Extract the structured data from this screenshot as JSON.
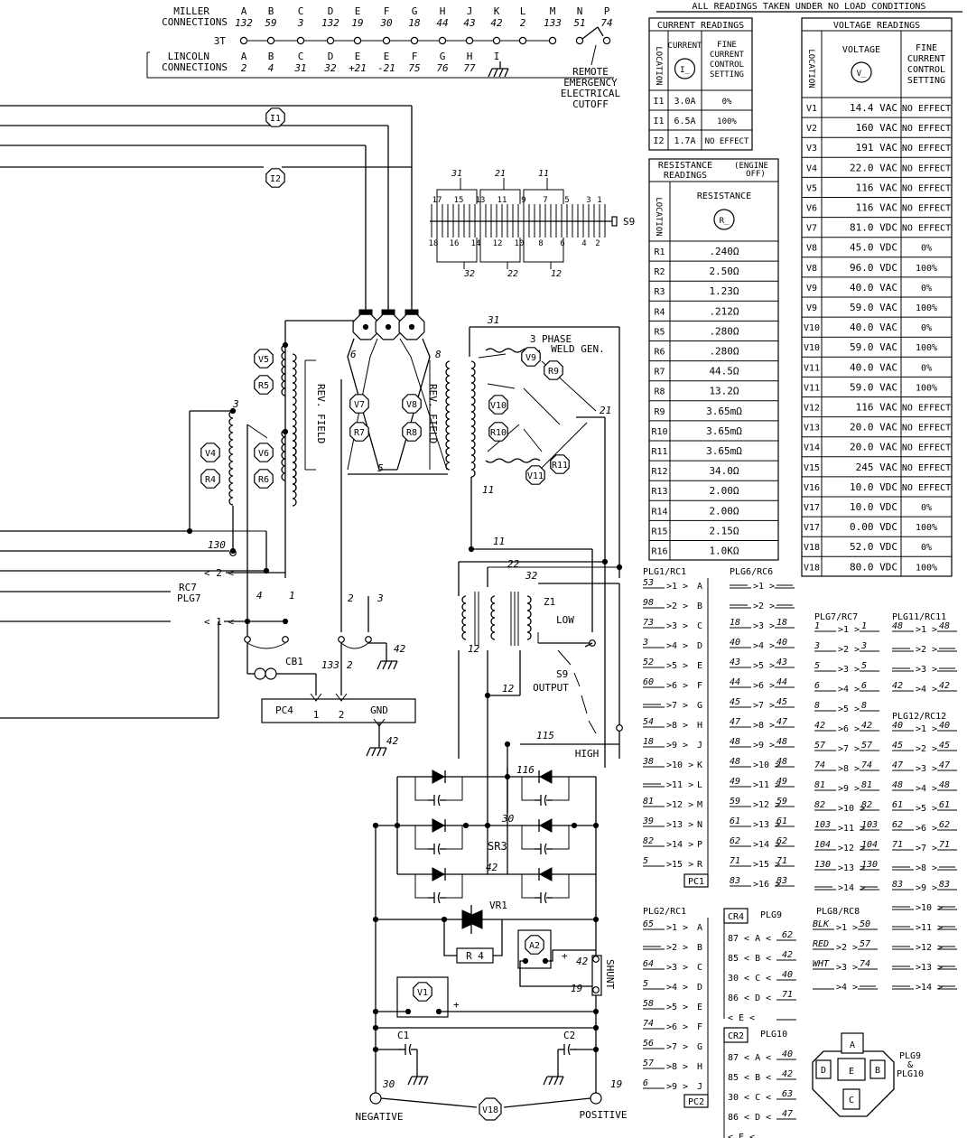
{
  "header": {
    "note": "ALL READINGS TAKEN UNDER NO LOAD CONDITIONS",
    "miller_label": [
      "MILLER",
      "CONNECTIONS"
    ],
    "lincoln_label": [
      "LINCOLN",
      "CONNECTIONS"
    ],
    "row_3t": "3T",
    "letters": [
      "A",
      "B",
      "C",
      "D",
      "E",
      "F",
      "G",
      "H",
      "J",
      "K",
      "L",
      "M",
      "N",
      "P"
    ],
    "miller_values": [
      "132",
      "59",
      "3",
      "132",
      "19",
      "30",
      "18",
      "44",
      "43",
      "42",
      "2",
      "133",
      "51",
      "74"
    ],
    "lincoln_letters": [
      "A",
      "B",
      "C",
      "D",
      "E",
      "E",
      "F",
      "G",
      "H",
      "I"
    ],
    "lincoln_values": [
      "2",
      "4",
      "31",
      "32",
      "+21",
      "-21",
      "75",
      "76",
      "77",
      ""
    ],
    "remote": [
      "REMOTE",
      "EMERGENCY",
      "ELECTRICAL",
      "CUTOFF"
    ]
  },
  "current_table": {
    "title": "CURRENT READINGS",
    "col_location": "LOCATION",
    "col_current": "CURRENT",
    "col_setting": [
      "FINE",
      "CURRENT",
      "CONTROL",
      "SETTING"
    ],
    "symbol": "I_",
    "rows": [
      {
        "loc": "I1",
        "val": "3.0A",
        "set": "0%"
      },
      {
        "loc": "I1",
        "val": "6.5A",
        "set": "100%"
      },
      {
        "loc": "I2",
        "val": "1.7A",
        "set": "NO EFFECT"
      }
    ]
  },
  "resistance_table": {
    "title": [
      "RESISTANCE",
      "READINGS"
    ],
    "engine": [
      "(ENGINE",
      "OFF)"
    ],
    "col_location": "LOCATION",
    "col_resistance": "RESISTANCE",
    "symbol": "R_",
    "rows": [
      {
        "loc": "R1",
        "val": ".240Ω"
      },
      {
        "loc": "R2",
        "val": "2.50Ω"
      },
      {
        "loc": "R3",
        "val": "1.23Ω"
      },
      {
        "loc": "R4",
        "val": ".212Ω"
      },
      {
        "loc": "R5",
        "val": ".280Ω"
      },
      {
        "loc": "R6",
        "val": ".280Ω"
      },
      {
        "loc": "R7",
        "val": "44.5Ω"
      },
      {
        "loc": "R8",
        "val": "13.2Ω"
      },
      {
        "loc": "R9",
        "val": "3.65mΩ"
      },
      {
        "loc": "R10",
        "val": "3.65mΩ"
      },
      {
        "loc": "R11",
        "val": "3.65mΩ"
      },
      {
        "loc": "R12",
        "val": "34.0Ω"
      },
      {
        "loc": "R13",
        "val": "2.00Ω"
      },
      {
        "loc": "R14",
        "val": "2.00Ω"
      },
      {
        "loc": "R15",
        "val": "2.15Ω"
      },
      {
        "loc": "R16",
        "val": "1.0KΩ"
      }
    ]
  },
  "voltage_table": {
    "title": "VOLTAGE READINGS",
    "col_location": "LOCATION",
    "col_voltage": "VOLTAGE",
    "col_setting": [
      "FINE",
      "CURRENT",
      "CONTROL",
      "SETTING"
    ],
    "symbol": "V_",
    "rows": [
      {
        "loc": "V1",
        "val": "14.4 VAC",
        "set": "NO EFFECT"
      },
      {
        "loc": "V2",
        "val": "160 VAC",
        "set": "NO EFFECT"
      },
      {
        "loc": "V3",
        "val": "191 VAC",
        "set": "NO EFFECT"
      },
      {
        "loc": "V4",
        "val": "22.0 VAC",
        "set": "NO EFFECT"
      },
      {
        "loc": "V5",
        "val": "116 VAC",
        "set": "NO EFFECT"
      },
      {
        "loc": "V6",
        "val": "116 VAC",
        "set": "NO EFFECT"
      },
      {
        "loc": "V7",
        "val": "81.0 VDC",
        "set": "NO EFFECT"
      },
      {
        "loc": "V8",
        "val": "45.0 VDC",
        "set": "0%"
      },
      {
        "loc": "V8",
        "val": "96.0 VDC",
        "set": "100%"
      },
      {
        "loc": "V9",
        "val": "40.0 VAC",
        "set": "0%"
      },
      {
        "loc": "V9",
        "val": "59.0 VAC",
        "set": "100%"
      },
      {
        "loc": "V10",
        "val": "40.0 VAC",
        "set": "0%"
      },
      {
        "loc": "V10",
        "val": "59.0 VAC",
        "set": "100%"
      },
      {
        "loc": "V11",
        "val": "40.0 VAC",
        "set": "0%"
      },
      {
        "loc": "V11",
        "val": "59.0 VAC",
        "set": "100%"
      },
      {
        "loc": "V12",
        "val": "116 VAC",
        "set": "NO EFFECT"
      },
      {
        "loc": "V13",
        "val": "20.0 VAC",
        "set": "NO EFFECT"
      },
      {
        "loc": "V14",
        "val": "20.0 VAC",
        "set": "NO EFFECT"
      },
      {
        "loc": "V15",
        "val": "245 VAC",
        "set": "NO EFFECT"
      },
      {
        "loc": "V16",
        "val": "10.0 VDC",
        "set": "NO EFFECT"
      },
      {
        "loc": "V17",
        "val": "10.0 VDC",
        "set": "0%"
      },
      {
        "loc": "V17",
        "val": "0.00 VDC",
        "set": "100%"
      },
      {
        "loc": "V18",
        "val": "52.0 VDC",
        "set": "0%"
      },
      {
        "loc": "V18",
        "val": "80.0 VDC",
        "set": "100%"
      }
    ]
  },
  "switch_s9": {
    "label": "S9",
    "top_groups": [
      "31",
      "21",
      "11"
    ],
    "top_pins": [
      "17",
      "15",
      "13",
      "11",
      "9",
      "7",
      "5",
      "3",
      "1"
    ],
    "bottom_pins": [
      "18",
      "16",
      "14",
      "12",
      "10",
      "8",
      "6",
      "4",
      "2"
    ],
    "bottom_groups": [
      "32",
      "22",
      "12"
    ]
  },
  "schematic": {
    "meters": [
      "I1",
      "I2",
      "V5",
      "R5",
      "V4",
      "R4",
      "V6",
      "R6",
      "V7",
      "R7",
      "V8",
      "R8",
      "V9",
      "R9",
      "V10",
      "R10",
      "V11",
      "R11",
      "A2",
      "V1",
      "V18"
    ],
    "rev_field": "REV. FIELD",
    "gen_label": [
      "3 PHASE",
      "WELD GEN."
    ],
    "wires": [
      "3",
      "6",
      "8",
      "5",
      "31",
      "21",
      "11",
      "130",
      "4",
      "1",
      "2",
      "3",
      "42",
      "133",
      "2",
      "22",
      "32",
      "12",
      "12",
      "21",
      "31",
      "22",
      "32",
      "12",
      "115",
      "116",
      "30",
      "42",
      "42",
      "19"
    ],
    "cb1": "CB1",
    "pc4": "PC4",
    "pc4_pins": [
      "1",
      "2",
      "GND"
    ],
    "rc7": [
      "RC7",
      "PLG7"
    ],
    "rc7_pins": [
      "2",
      "1"
    ],
    "z1": "Z1",
    "low": "LOW",
    "s9_output": [
      "S9",
      "OUTPUT"
    ],
    "high": "HIGH",
    "sr3": "SR3",
    "vr1": "VR1",
    "r4": "R 4",
    "shunt": "SHUNT",
    "c1": "C1",
    "c2": "C2",
    "negative": "NEGATIVE",
    "positive": "POSITIVE",
    "plus": "+"
  },
  "plugs": {
    "plg1": {
      "title": "PLG1/RC1",
      "tag": "PC1",
      "wires": [
        "53",
        "98",
        "73",
        "3",
        "52",
        "60",
        "—",
        "54",
        "18",
        "38",
        "—",
        "81",
        "39",
        "82",
        "5"
      ],
      "pins": [
        "1",
        "2",
        "3",
        "4",
        "5",
        "6",
        "7",
        "8",
        "9",
        "10",
        "11",
        "12",
        "13",
        "14",
        "15"
      ],
      "letters": [
        "A",
        "B",
        "C",
        "D",
        "E",
        "F",
        "G",
        "H",
        "J",
        "K",
        "L",
        "M",
        "N",
        "P",
        "R"
      ]
    },
    "plg6": {
      "title": "PLG6/RC6",
      "left": [
        "·",
        "·",
        "18",
        "40",
        "43",
        "44",
        "45",
        "47",
        "48",
        "48",
        "49",
        "59",
        "61",
        "62",
        "71",
        "83"
      ],
      "right": [
        "·",
        "·",
        "18",
        "40",
        "43",
        "44",
        "45",
        "47",
        "48",
        "48",
        "49",
        "59",
        "61",
        "62",
        "71",
        "83"
      ],
      "pins": [
        "1",
        "2",
        "3",
        "4",
        "5",
        "6",
        "7",
        "8",
        "9",
        "10",
        "11",
        "12",
        "13",
        "14",
        "15",
        "16"
      ]
    },
    "plg7": {
      "title": "PLG7/RC7",
      "left": [
        "1",
        "3",
        "5",
        "6",
        "8",
        "42",
        "57",
        "74",
        "81",
        "82",
        "103",
        "104",
        "130",
        "·"
      ],
      "right": [
        "1",
        "3",
        "5",
        "6",
        "8",
        "42",
        "57",
        "74",
        "81",
        "82",
        "103",
        "104",
        "130",
        "·"
      ],
      "pins": [
        "1",
        "2",
        "3",
        "4",
        "5",
        "6",
        "7",
        "8",
        "9",
        "10",
        "11",
        "12",
        "13",
        "14"
      ]
    },
    "plg11": {
      "title": "PLG11/RC11",
      "left": [
        "48",
        "·",
        "·",
        "42"
      ],
      "right": [
        "48",
        "·",
        "·",
        "42"
      ],
      "pins": [
        "1",
        "2",
        "3",
        "4"
      ]
    },
    "plg12": {
      "title": "PLG12/RC12",
      "left": [
        "40",
        "45",
        "47",
        "48",
        "61",
        "62",
        "71",
        "·",
        "83",
        "·",
        "·",
        "·",
        "·",
        "·"
      ],
      "right": [
        "40",
        "45",
        "47",
        "48",
        "61",
        "62",
        "71",
        "·",
        "83",
        "·",
        "·",
        "·",
        "·",
        "·"
      ],
      "pins": [
        "1",
        "2",
        "3",
        "4",
        "5",
        "6",
        "7",
        "8",
        "9",
        "10",
        "11",
        "12",
        "13",
        "14"
      ]
    },
    "plg2": {
      "title": "PLG2/RC1",
      "tag": "PC2",
      "wires": [
        "65",
        "·",
        "64",
        "5",
        "58",
        "74",
        "56",
        "57",
        "6"
      ],
      "pins": [
        "1",
        "2",
        "3",
        "4",
        "5",
        "6",
        "7",
        "8",
        "9"
      ],
      "letters": [
        "A",
        "B",
        "C",
        "D",
        "E",
        "F",
        "G",
        "H",
        "J"
      ]
    },
    "cr4": {
      "box": "CR4",
      "title": "PLG9",
      "pins": [
        "87",
        "85",
        "30",
        "86",
        ""
      ],
      "letters": [
        "A",
        "B",
        "C",
        "D",
        "E"
      ],
      "wires": [
        "62",
        "42",
        "40",
        "71",
        ""
      ]
    },
    "cr2": {
      "box": "CR2",
      "title": "PLG10",
      "pins": [
        "87",
        "85",
        "30",
        "86",
        ""
      ],
      "letters": [
        "A",
        "B",
        "C",
        "D",
        "E"
      ],
      "wires": [
        "40",
        "42",
        "63",
        "47",
        ""
      ]
    },
    "plg8": {
      "title": "PLG8/RC8",
      "left": [
        "BLK",
        "RED",
        "WHT",
        ""
      ],
      "right": [
        "50",
        "57",
        "74",
        "·"
      ],
      "pins": [
        "1",
        "2",
        "3",
        "4"
      ]
    },
    "connector": {
      "letters": [
        "A",
        "D",
        "E",
        "B",
        "C"
      ],
      "label": [
        "PLG9",
        "&",
        "PLG10"
      ]
    }
  }
}
